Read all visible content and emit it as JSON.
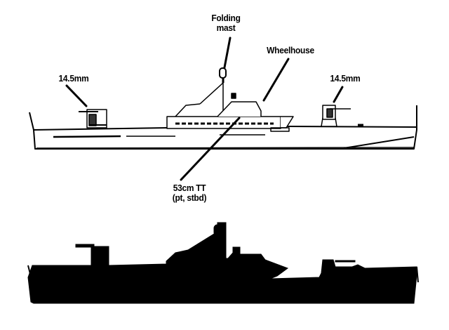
{
  "figure": {
    "title": "Patrol boat profile and silhouette",
    "colors": {
      "ink": "#000000",
      "background": "#ffffff"
    }
  },
  "callouts": [
    {
      "id": "folding-mast",
      "lines": [
        "Folding",
        "mast"
      ]
    },
    {
      "id": "wheelhouse",
      "lines": [
        "Wheelhouse"
      ]
    },
    {
      "id": "gun-aft",
      "lines": [
        "14.5mm"
      ]
    },
    {
      "id": "gun-fwd",
      "lines": [
        "14.5mm"
      ]
    },
    {
      "id": "torpedo-tubes",
      "lines": [
        "53cm TT",
        "(pt, stbd)"
      ]
    }
  ],
  "views": [
    {
      "id": "profile",
      "style": "line-drawing"
    },
    {
      "id": "silhouette",
      "style": "solid"
    }
  ]
}
